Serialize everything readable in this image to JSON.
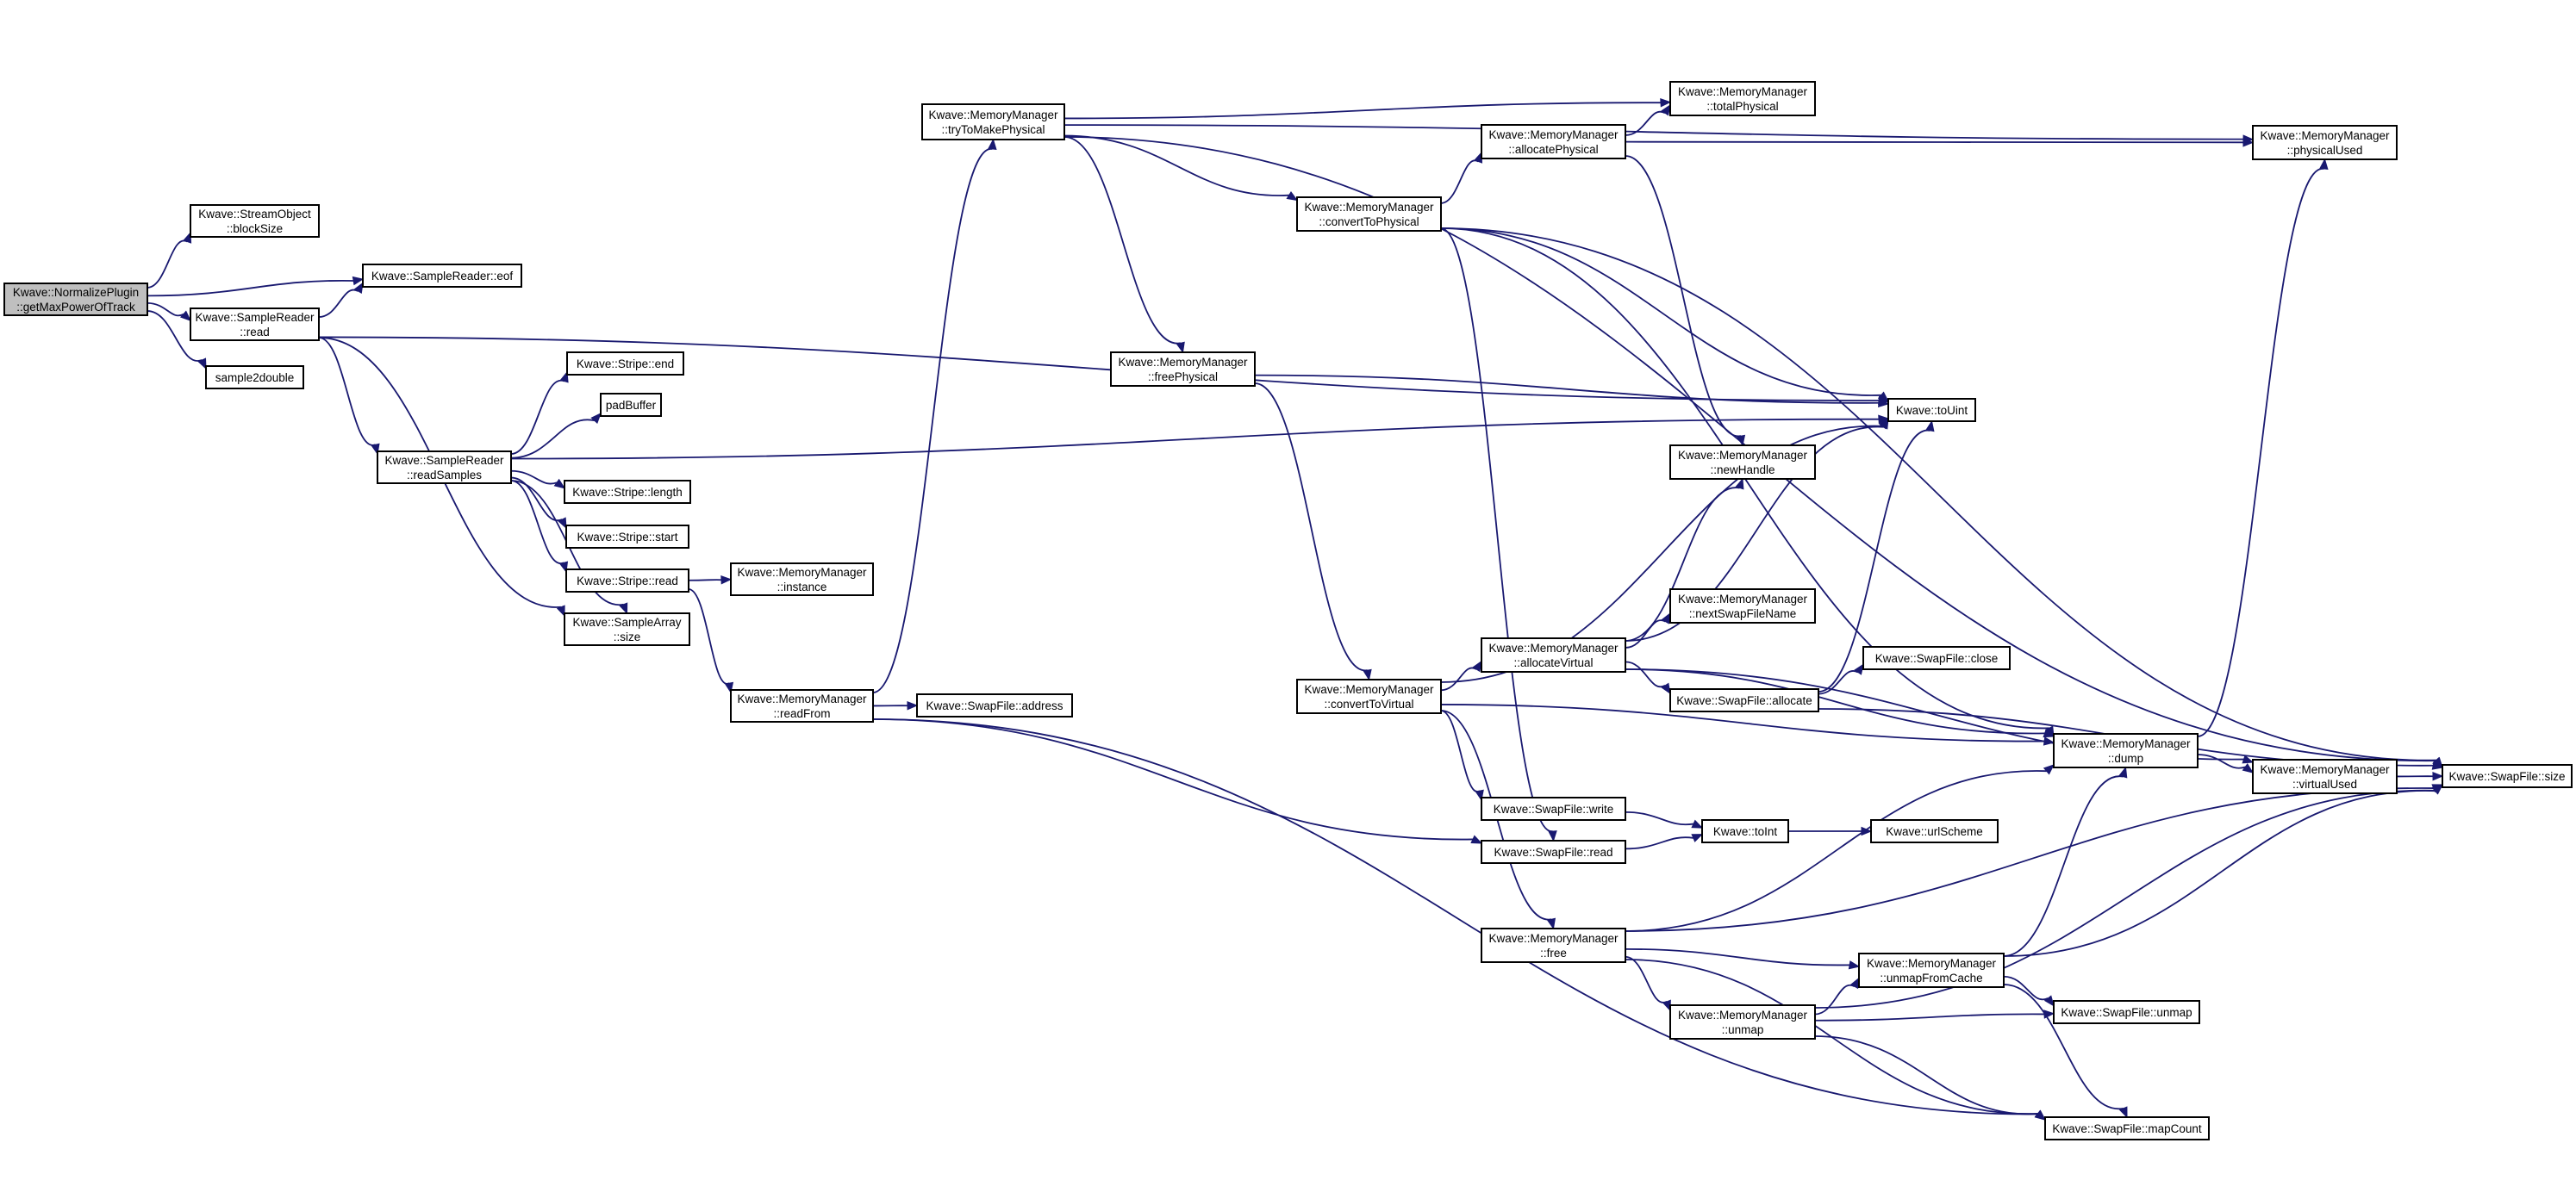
{
  "graph": {
    "nodes": [
      {
        "id": "root",
        "lines": [
          "Kwave::NormalizePlugin",
          "::getMaxPowerOfTrack"
        ],
        "root": true
      },
      {
        "id": "blockSize",
        "lines": [
          "Kwave::StreamObject",
          "::blockSize"
        ]
      },
      {
        "id": "eof",
        "lines": [
          "Kwave::SampleReader::eof"
        ]
      },
      {
        "id": "srRead",
        "lines": [
          "Kwave::SampleReader",
          "::read"
        ]
      },
      {
        "id": "s2d",
        "lines": [
          "sample2double"
        ]
      },
      {
        "id": "readSamples",
        "lines": [
          "Kwave::SampleReader",
          "::readSamples"
        ]
      },
      {
        "id": "stripeEnd",
        "lines": [
          "Kwave::Stripe::end"
        ]
      },
      {
        "id": "padBuffer",
        "lines": [
          "padBuffer"
        ]
      },
      {
        "id": "stripeLength",
        "lines": [
          "Kwave::Stripe::length"
        ]
      },
      {
        "id": "stripeStart",
        "lines": [
          "Kwave::Stripe::start"
        ]
      },
      {
        "id": "stripeRead",
        "lines": [
          "Kwave::Stripe::read"
        ]
      },
      {
        "id": "saSize",
        "lines": [
          "Kwave::SampleArray",
          "::size"
        ]
      },
      {
        "id": "mmInstance",
        "lines": [
          "Kwave::MemoryManager",
          "::instance"
        ]
      },
      {
        "id": "readFrom",
        "lines": [
          "Kwave::MemoryManager",
          "::readFrom"
        ]
      },
      {
        "id": "sfAddress",
        "lines": [
          "Kwave::SwapFile::address"
        ]
      },
      {
        "id": "tryToMake",
        "lines": [
          "Kwave::MemoryManager",
          "::tryToMakePhysical"
        ]
      },
      {
        "id": "freePhys",
        "lines": [
          "Kwave::MemoryManager",
          "::freePhysical"
        ]
      },
      {
        "id": "totalPhys",
        "lines": [
          "Kwave::MemoryManager",
          "::totalPhysical"
        ]
      },
      {
        "id": "allocPhys",
        "lines": [
          "Kwave::MemoryManager",
          "::allocatePhysical"
        ]
      },
      {
        "id": "convToPhys",
        "lines": [
          "Kwave::MemoryManager",
          "::convertToPhysical"
        ]
      },
      {
        "id": "physUsed",
        "lines": [
          "Kwave::MemoryManager",
          "::physicalUsed"
        ]
      },
      {
        "id": "toUint",
        "lines": [
          "Kwave::toUint"
        ]
      },
      {
        "id": "newHandle",
        "lines": [
          "Kwave::MemoryManager",
          "::newHandle"
        ]
      },
      {
        "id": "nextSwap",
        "lines": [
          "Kwave::MemoryManager",
          "::nextSwapFileName"
        ]
      },
      {
        "id": "allocVirt",
        "lines": [
          "Kwave::MemoryManager",
          "::allocateVirtual"
        ]
      },
      {
        "id": "convToVirt",
        "lines": [
          "Kwave::MemoryManager",
          "::convertToVirtual"
        ]
      },
      {
        "id": "sfClose",
        "lines": [
          "Kwave::SwapFile::close"
        ]
      },
      {
        "id": "sfAllocate",
        "lines": [
          "Kwave::SwapFile::allocate"
        ]
      },
      {
        "id": "dump",
        "lines": [
          "Kwave::MemoryManager",
          "::dump"
        ]
      },
      {
        "id": "virtUsed",
        "lines": [
          "Kwave::MemoryManager",
          "::virtualUsed"
        ]
      },
      {
        "id": "sfSize",
        "lines": [
          "Kwave::SwapFile::size"
        ]
      },
      {
        "id": "sfWrite",
        "lines": [
          "Kwave::SwapFile::write"
        ]
      },
      {
        "id": "toInt",
        "lines": [
          "Kwave::toInt"
        ]
      },
      {
        "id": "urlScheme",
        "lines": [
          "Kwave::urlScheme"
        ]
      },
      {
        "id": "sfRead",
        "lines": [
          "Kwave::SwapFile::read"
        ]
      },
      {
        "id": "mmFree",
        "lines": [
          "Kwave::MemoryManager",
          "::free"
        ]
      },
      {
        "id": "unmapCache",
        "lines": [
          "Kwave::MemoryManager",
          "::unmapFromCache"
        ]
      },
      {
        "id": "mmUnmap",
        "lines": [
          "Kwave::MemoryManager",
          "::unmap"
        ]
      },
      {
        "id": "sfUnmap",
        "lines": [
          "Kwave::SwapFile::unmap"
        ]
      },
      {
        "id": "mapCount",
        "lines": [
          "Kwave::SwapFile::mapCount"
        ]
      }
    ],
    "edges": [
      [
        "root",
        "blockSize"
      ],
      [
        "root",
        "eof"
      ],
      [
        "root",
        "srRead"
      ],
      [
        "root",
        "s2d"
      ],
      [
        "srRead",
        "eof"
      ],
      [
        "srRead",
        "readSamples"
      ],
      [
        "srRead",
        "saSize"
      ],
      [
        "srRead",
        "toUint"
      ],
      [
        "readSamples",
        "stripeEnd"
      ],
      [
        "readSamples",
        "padBuffer"
      ],
      [
        "readSamples",
        "stripeLength"
      ],
      [
        "readSamples",
        "stripeStart"
      ],
      [
        "readSamples",
        "stripeRead"
      ],
      [
        "readSamples",
        "saSize"
      ],
      [
        "readSamples",
        "toUint"
      ],
      [
        "stripeRead",
        "mmInstance"
      ],
      [
        "stripeRead",
        "readFrom"
      ],
      [
        "readFrom",
        "sfAddress"
      ],
      [
        "readFrom",
        "tryToMake"
      ],
      [
        "readFrom",
        "sfRead"
      ],
      [
        "readFrom",
        "mapCount"
      ],
      [
        "tryToMake",
        "totalPhys"
      ],
      [
        "tryToMake",
        "physUsed"
      ],
      [
        "tryToMake",
        "sfSize"
      ],
      [
        "tryToMake",
        "convToPhys"
      ],
      [
        "tryToMake",
        "freePhys"
      ],
      [
        "freePhys",
        "toUint"
      ],
      [
        "freePhys",
        "convToVirt"
      ],
      [
        "allocPhys",
        "totalPhys"
      ],
      [
        "allocPhys",
        "physUsed"
      ],
      [
        "allocPhys",
        "newHandle"
      ],
      [
        "convToPhys",
        "allocPhys"
      ],
      [
        "convToPhys",
        "toUint"
      ],
      [
        "convToPhys",
        "dump"
      ],
      [
        "convToPhys",
        "sfSize"
      ],
      [
        "convToPhys",
        "sfRead"
      ],
      [
        "convToVirt",
        "allocVirt"
      ],
      [
        "convToVirt",
        "toUint"
      ],
      [
        "convToVirt",
        "dump"
      ],
      [
        "convToVirt",
        "sfWrite"
      ],
      [
        "convToVirt",
        "mmFree"
      ],
      [
        "allocVirt",
        "newHandle"
      ],
      [
        "allocVirt",
        "toUint"
      ],
      [
        "allocVirt",
        "nextSwap"
      ],
      [
        "allocVirt",
        "sfAllocate"
      ],
      [
        "allocVirt",
        "dump"
      ],
      [
        "allocVirt",
        "virtUsed"
      ],
      [
        "sfAllocate",
        "sfClose"
      ],
      [
        "sfAllocate",
        "toUint"
      ],
      [
        "sfAllocate",
        "sfSize"
      ],
      [
        "dump",
        "physUsed"
      ],
      [
        "dump",
        "virtUsed"
      ],
      [
        "virtUsed",
        "sfSize"
      ],
      [
        "sfWrite",
        "toInt"
      ],
      [
        "sfRead",
        "toInt"
      ],
      [
        "toInt",
        "urlScheme"
      ],
      [
        "mmFree",
        "dump"
      ],
      [
        "mmFree",
        "sfSize"
      ],
      [
        "mmFree",
        "unmapCache"
      ],
      [
        "mmFree",
        "mmUnmap"
      ],
      [
        "mmFree",
        "mapCount"
      ],
      [
        "mmUnmap",
        "unmapCache"
      ],
      [
        "mmUnmap",
        "sfUnmap"
      ],
      [
        "mmUnmap",
        "sfSize"
      ],
      [
        "mmUnmap",
        "mapCount"
      ],
      [
        "unmapCache",
        "dump"
      ],
      [
        "unmapCache",
        "sfSize"
      ],
      [
        "unmapCache",
        "sfUnmap"
      ],
      [
        "unmapCache",
        "mapCount"
      ]
    ]
  }
}
